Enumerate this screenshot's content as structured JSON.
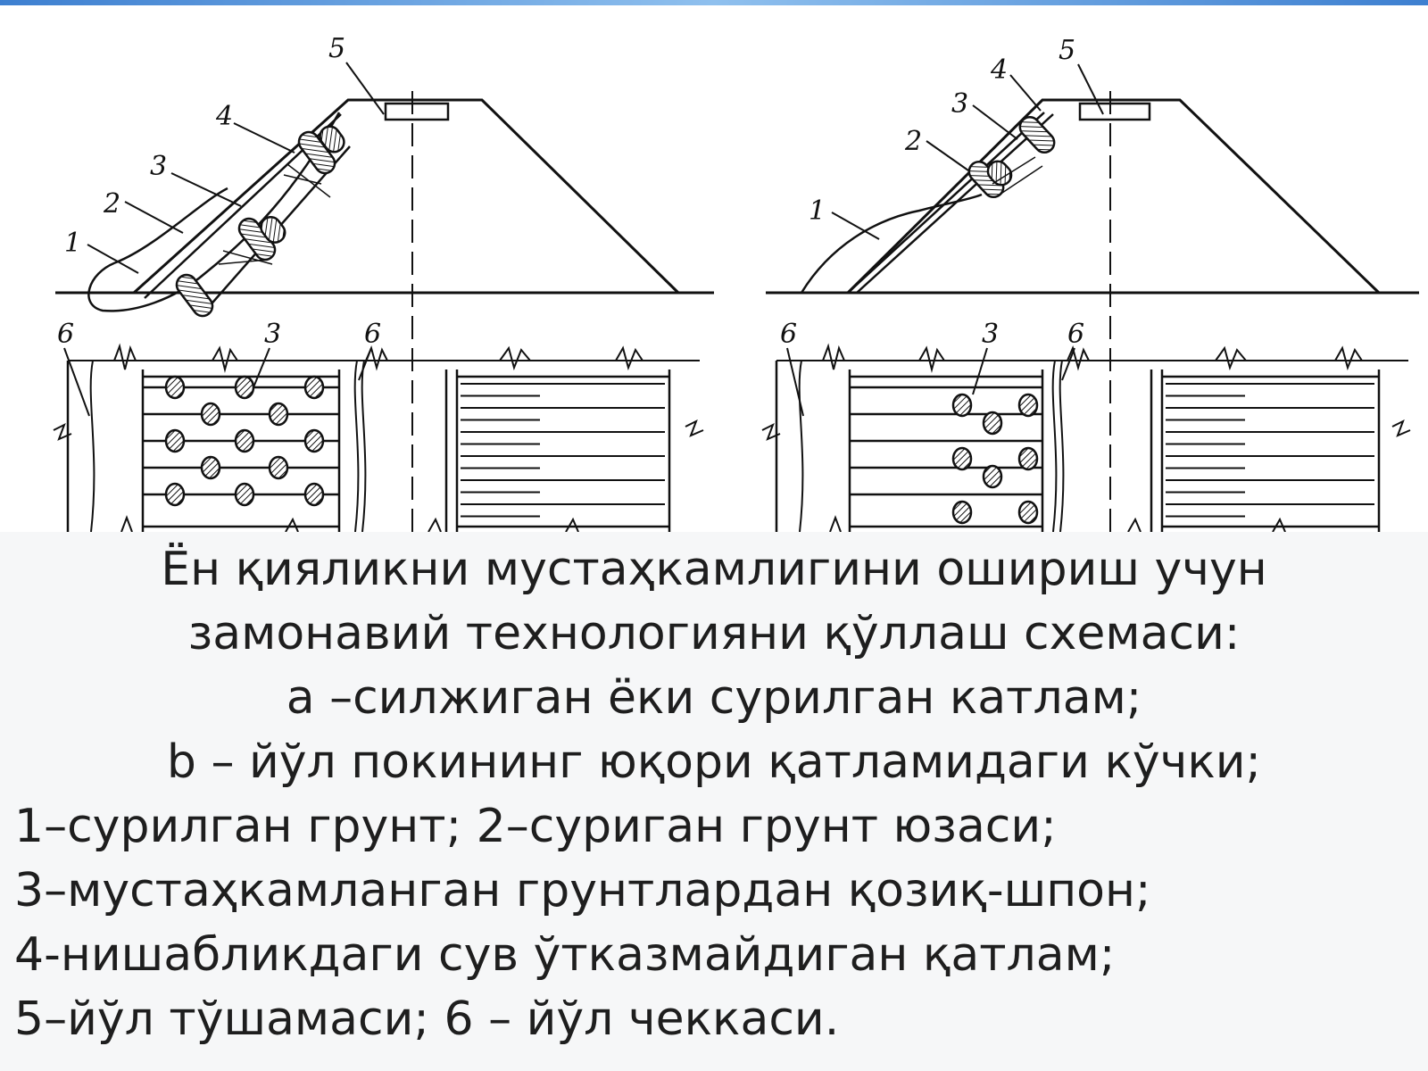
{
  "diagram": {
    "left_panel": {
      "callouts": [
        "1",
        "2",
        "3",
        "4",
        "5"
      ],
      "plan_labels": [
        "6",
        "3",
        "6"
      ]
    },
    "right_panel": {
      "callouts": [
        "1",
        "2",
        "3",
        "4",
        "5"
      ],
      "plan_labels": [
        "6",
        "3",
        "6"
      ]
    }
  },
  "caption": {
    "lines": [
      "Ён қияликни мустаҳкамлигини ошириш учун",
      "замонавий технологияни қўллаш схемаси:",
      "а –силжиган ёки сурилган катлам;",
      "b – йўл покининг юқори қатламидаги  кўчки;",
      "1–сурилган грунт; 2–суриган грунт юзаси;",
      "3–мустаҳкамланган грунтлардан қозиқ-шпон;",
      "4-нишабликдаги сув ўтказмайдиган қатлам;",
      "5–йўл тўшамаси; 6 – йўл чеккаси."
    ]
  },
  "colors": {
    "line": "#111111",
    "caption_bg": "#f6f7f8",
    "caption_text": "#1e1e1e",
    "accent_bar": "#3d7fd0"
  }
}
